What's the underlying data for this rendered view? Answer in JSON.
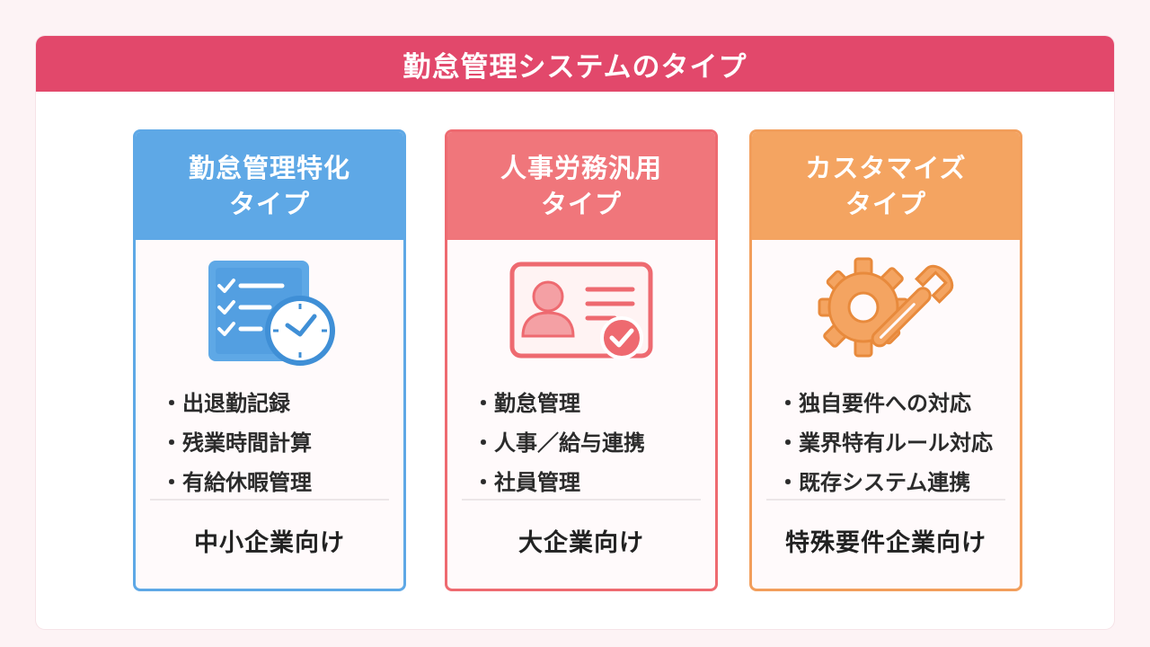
{
  "title": "勤怠管理システムのタイプ",
  "cards": [
    {
      "title_lines": [
        "勤怠管理特化",
        "タイプ"
      ],
      "icon": "checklist-clock-icon",
      "features": [
        "出退勤記録",
        "残業時間計算",
        "有給休暇管理"
      ],
      "target": "中小企業向け",
      "color": "#5ea8e6"
    },
    {
      "title_lines": [
        "人事労務汎用",
        "タイプ"
      ],
      "icon": "id-card-check-icon",
      "features": [
        "勤怠管理",
        "人事／給与連携",
        "社員管理"
      ],
      "target": "大企業向け",
      "color": "#f0767b"
    },
    {
      "title_lines": [
        "カスタマイズ",
        "タイプ"
      ],
      "icon": "gear-wrench-icon",
      "features": [
        "独自要件への対応",
        "業界特有ルール対応",
        "既存システム連携"
      ],
      "target": "特殊要件企業向け",
      "color": "#f4a461"
    }
  ],
  "colors": {
    "banner": "#e2486b",
    "background": "#fdf3f5"
  }
}
